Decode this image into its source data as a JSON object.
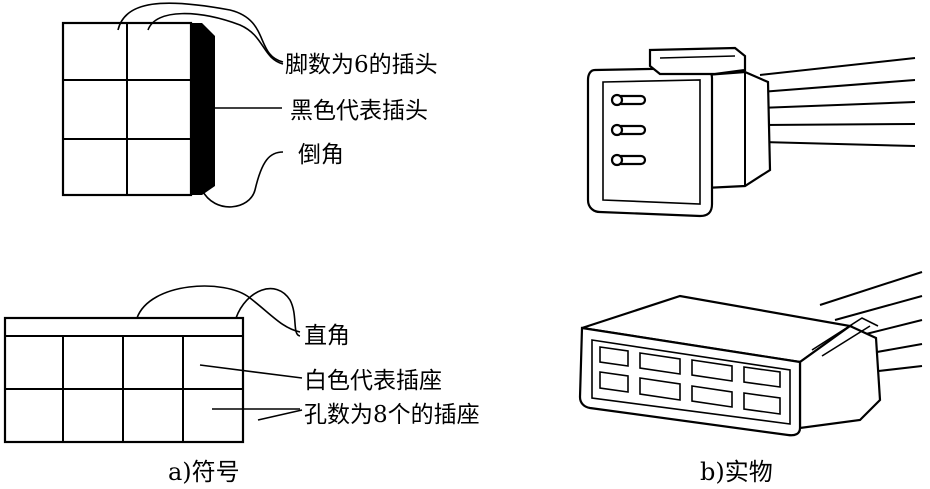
{
  "labels": {
    "plug_pins": "脚数为6的插头",
    "plug_black": "黑色代表插头",
    "chamfer": "倒角",
    "right_angle": "直角",
    "socket_white": "白色代表插座",
    "socket_holes": "孔数为8个的插座"
  },
  "captions": {
    "symbol": "a)符号",
    "physical": "b)实物"
  },
  "colors": {
    "stroke": "#000000",
    "background": "#ffffff"
  }
}
